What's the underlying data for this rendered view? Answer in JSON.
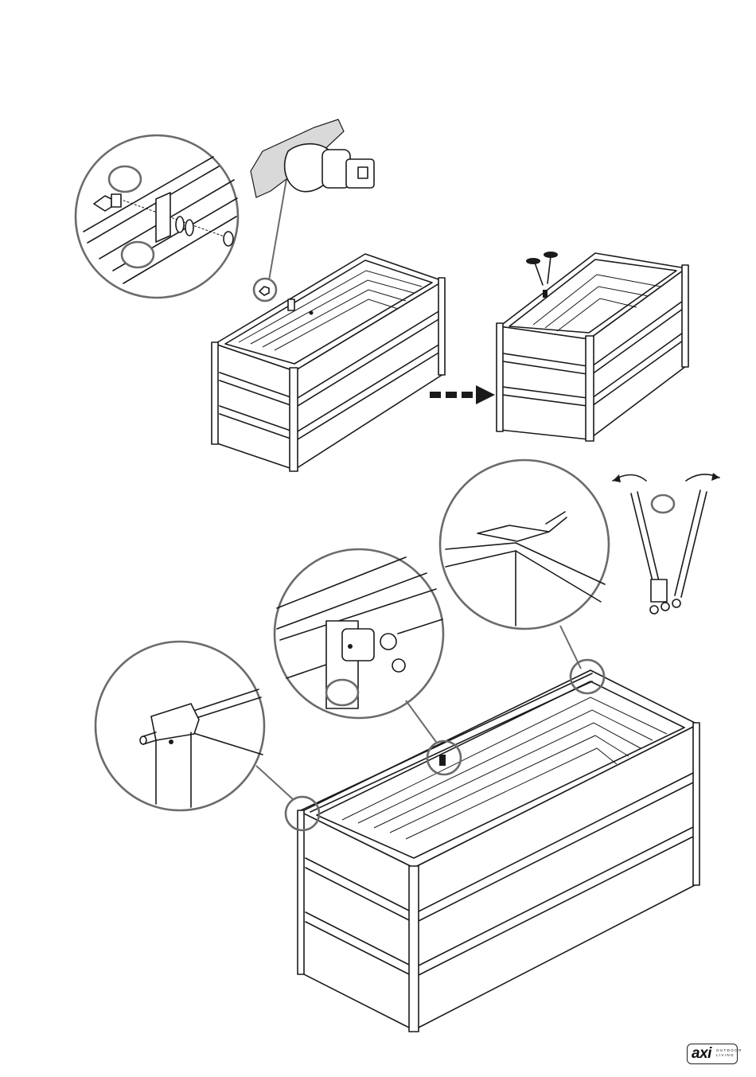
{
  "brand": {
    "mark": "axi",
    "sub_line_1": "OUTDOOR",
    "sub_line_2": "LIVING"
  },
  "colors": {
    "line": "#1a1a1a",
    "callout_circle": "#6b6b6b",
    "background": "#ffffff"
  },
  "icons": {
    "arrow": "dashed-right-arrow",
    "rotate_left": "curved-arrow-left",
    "rotate_right": "curved-arrow-right"
  }
}
